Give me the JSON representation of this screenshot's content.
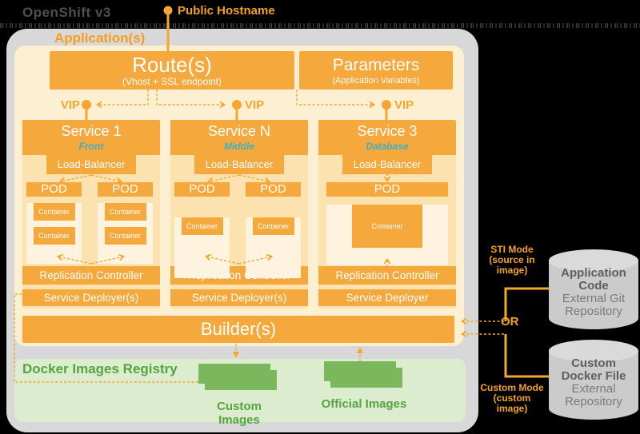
{
  "page_title": "OpenShift v3",
  "public_hostname": "Public Hostname",
  "colors": {
    "accent_orange": "#F5A62F",
    "box_orange": "#F5A83C",
    "tier_teal": "#3FAFC5",
    "registry_green": "#55A341",
    "stack_green": "#7BB85D",
    "container_gray": "#D8D8D8",
    "panel_cream": "#FDEFD1"
  },
  "application": {
    "label": "Application(s)",
    "routes": {
      "title": "Route(s)",
      "subtitle": "(Vhost + SSL endpoint)"
    },
    "parameters": {
      "title": "Parameters",
      "subtitle": "(Application Variables)"
    },
    "vip_label": "VIP",
    "services": [
      {
        "title": "Service 1",
        "tier": "Front",
        "load_balancer": "Load-Balancer",
        "replication": "Replication Controller",
        "deployer": "Service Deployer(s)",
        "pods": [
          {
            "label": "POD",
            "containers": [
              "Container",
              "Container"
            ]
          },
          {
            "label": "POD",
            "containers": [
              "Container",
              "Container"
            ]
          }
        ]
      },
      {
        "title": "Service N",
        "tier": "Middle",
        "load_balancer": "Load-Balancer",
        "replication": "Replication Controller",
        "deployer": "Service Deployer(s)",
        "pods": [
          {
            "label": "POD",
            "containers": [
              "Container"
            ]
          },
          {
            "label": "POD",
            "containers": [
              "Container"
            ]
          }
        ]
      },
      {
        "title": "Service 3",
        "tier": "Database",
        "load_balancer": "Load-Balancer",
        "replication": "Replication Controller",
        "deployer": "Service Deployer",
        "pods": [
          {
            "label": "POD",
            "containers": [
              "Container"
            ]
          }
        ]
      }
    ],
    "builder": "Builder(s)"
  },
  "registry": {
    "label": "Docker Images Registry",
    "custom_images": "Custom Images",
    "official_images": "Official Images"
  },
  "modes": {
    "sti_line1": "STI Mode",
    "sti_line2": "(source in image)",
    "or_label": "OR",
    "custom_line1": "Custom Mode",
    "custom_line2": "(custom image)"
  },
  "repositories": [
    {
      "title": "Application Code",
      "subtitle": "External Git Repository"
    },
    {
      "title": "Custom Docker File",
      "subtitle": "External Repository"
    }
  ]
}
